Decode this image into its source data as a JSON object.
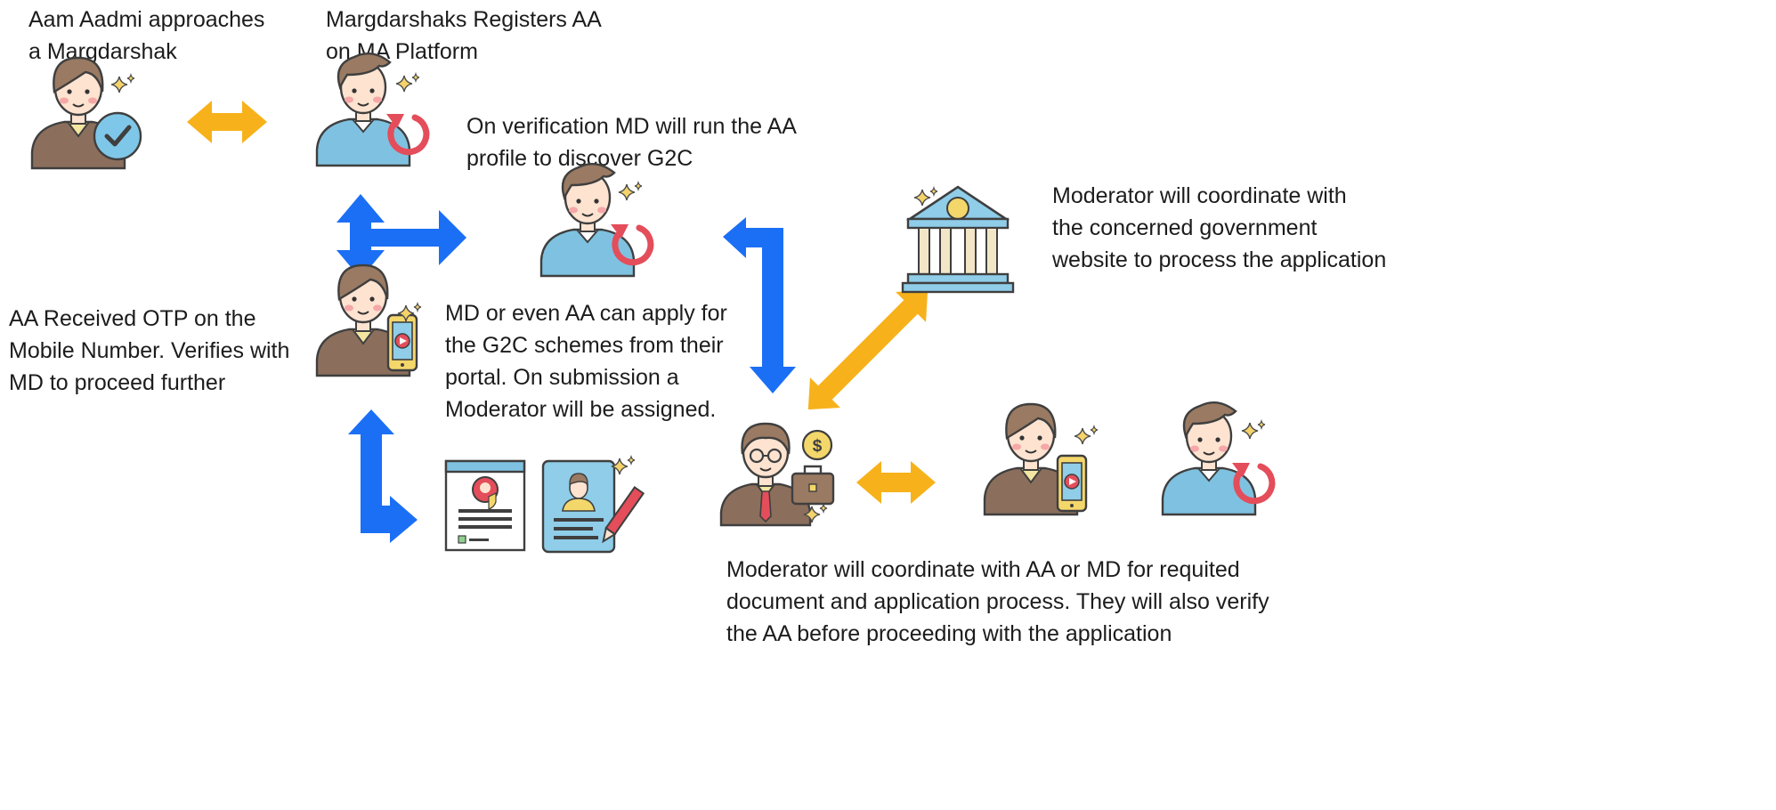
{
  "captions": {
    "aam_aadmi": [
      "Aam Aadmi approaches",
      "a Margdarshak"
    ],
    "registers": [
      "Margdarshaks Registers AA",
      "on MA Platform"
    ],
    "verification": [
      "On verification MD will run the AA",
      "profile to discover G2C"
    ],
    "otp": [
      "AA  Received OTP on the",
      "Mobile Number. Verifies with",
      "MD to proceed further"
    ],
    "apply": [
      "MD or even AA can apply for",
      "the G2C schemes from their",
      "portal. On submission a",
      "Moderator will be assigned."
    ],
    "government": [
      "Moderator will coordinate with",
      "the concerned government",
      "website  to process the application"
    ],
    "moderator": [
      "Moderator will coordinate with AA or MD for requited",
      "document and application process. They will also verify",
      "the AA before proceeding with the application"
    ]
  },
  "icons": {
    "aam_aadmi": "person-checkmark-icon",
    "registers": "person-refresh-icon",
    "verification": "person-refresh-icon",
    "otp": "person-mobile-icon",
    "document": "document-profile-icon",
    "form": "form-edit-icon",
    "government": "government-building-icon",
    "moderator": "moderator-dollar-briefcase-icon",
    "moderator_mobile": "person-mobile-icon",
    "moderator_refresh": "person-refresh-icon"
  },
  "colors": {
    "blue_arrow": "#1b6ff5",
    "yellow_arrow": "#f7b21b",
    "skin": "#fde3d0",
    "hair": "#9a7a62",
    "shirt_brown": "#8b6f5c",
    "shirt_blue": "#7fc1e0",
    "check_blue": "#7fc7e8",
    "refresh_red": "#e44d5a",
    "building_blue": "#8fcde9"
  }
}
